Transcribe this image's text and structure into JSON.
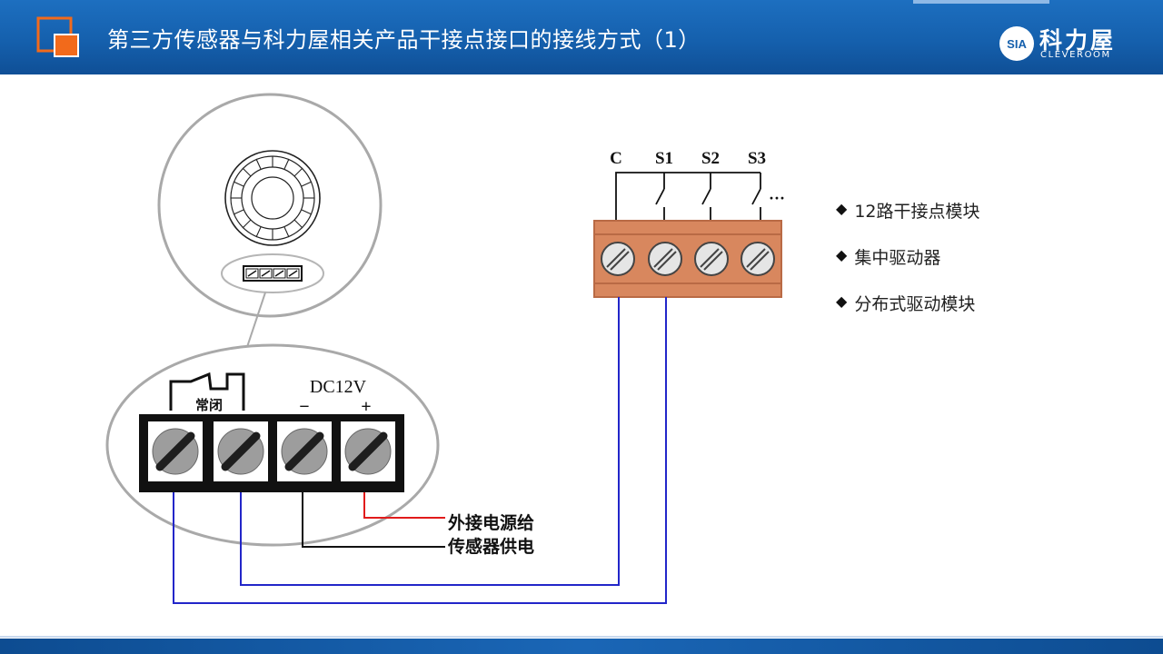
{
  "header": {
    "title": "第三方传感器与科力屋相关产品干接点接口的接线方式（1）",
    "brand_name": "科力屋",
    "brand_sub": "CLEVEROOM",
    "brand_badge": "SIA",
    "colors": {
      "bar": "#1560ad",
      "accent": "#f26a1b"
    }
  },
  "diagram": {
    "terminal_labels": [
      "C",
      "S1",
      "S2",
      "S3"
    ],
    "more": "···",
    "voltage_label": "DC12V",
    "minus": "−",
    "plus": "+",
    "nc_label": "常闭",
    "power_note_line1": "外接电源给",
    "power_note_line2": "传感器供电"
  },
  "bullets": [
    {
      "icon": "diamond-bullet-icon",
      "text": "12路干接点模块"
    },
    {
      "icon": "diamond-bullet-icon",
      "text": "集中驱动器"
    },
    {
      "icon": "diamond-bullet-icon",
      "text": "分布式驱动模块"
    }
  ]
}
